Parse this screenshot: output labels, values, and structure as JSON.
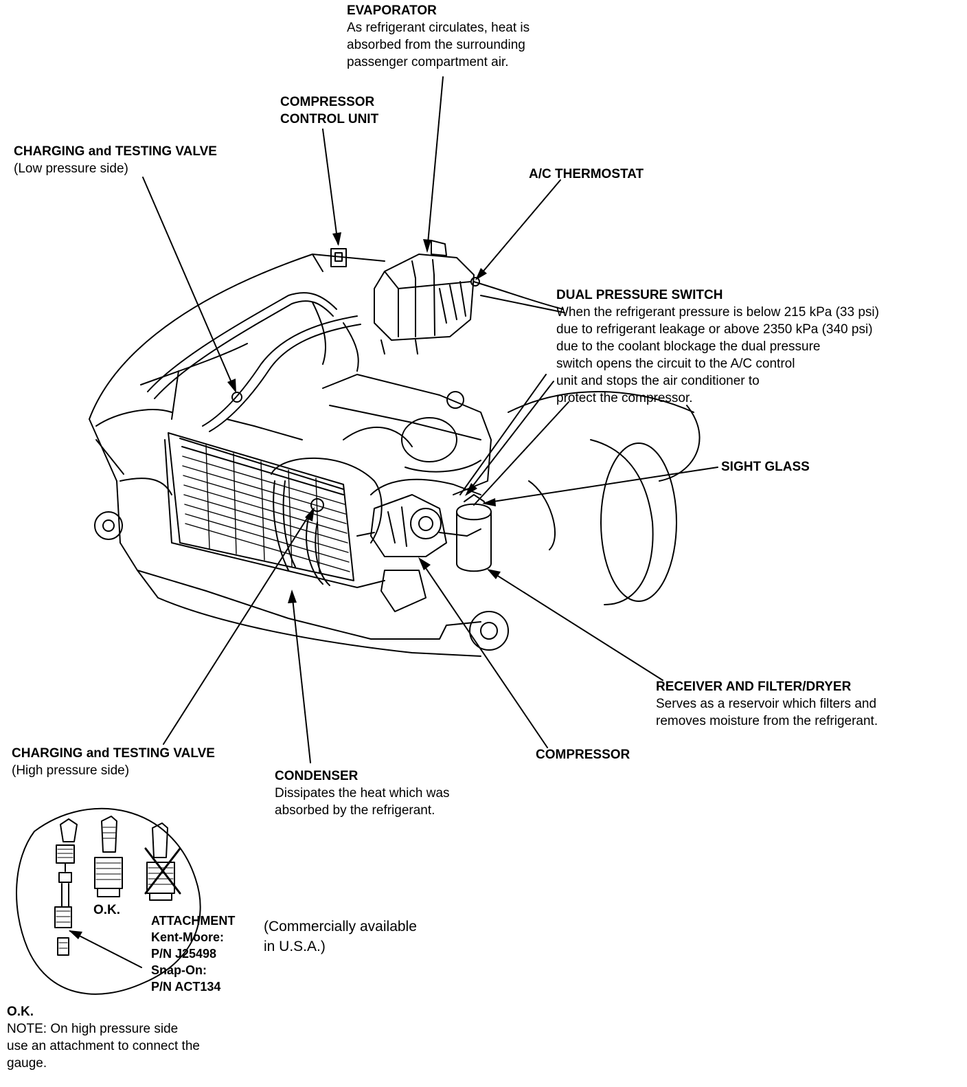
{
  "labels": {
    "evaporator": {
      "title": "EVAPORATOR",
      "lines": [
        "As refrigerant circulates, heat is",
        "absorbed from the surrounding",
        "passenger compartment air."
      ]
    },
    "compressor_control_unit": {
      "lines": [
        "COMPRESSOR",
        "CONTROL UNIT"
      ]
    },
    "charging_low": {
      "title": "CHARGING and TESTING VALVE",
      "sub": "(Low pressure side)"
    },
    "ac_thermostat": {
      "title": "A/C THERMOSTAT"
    },
    "dual_pressure_switch": {
      "title": "DUAL PRESSURE SWITCH",
      "lines": [
        "When the refrigerant pressure is below 215 kPa (33 psi)",
        "due to refrigerant leakage or above 2350 kPa (340 psi)",
        "due to the coolant blockage the dual pressure",
        "switch opens the circuit to the A/C control",
        "unit and stops the air conditioner to",
        "protect the compressor."
      ]
    },
    "sight_glass": {
      "title": "SIGHT GLASS"
    },
    "receiver": {
      "title": "RECEIVER AND FILTER/DRYER",
      "lines": [
        "Serves as a reservoir which filters and",
        "removes moisture from the refrigerant."
      ]
    },
    "compressor": {
      "title": "COMPRESSOR"
    },
    "condenser": {
      "title": "CONDENSER",
      "lines": [
        "Dissipates the heat which was",
        "absorbed by the refrigerant."
      ]
    },
    "charging_high": {
      "title": "CHARGING and TESTING VALVE",
      "sub": "(High pressure side)"
    },
    "inset_ok": {
      "text": "O.K."
    },
    "attachment": {
      "lines": [
        "ATTACHMENT",
        "Kent-Moore:",
        "P/N J25498",
        "Snap-On:",
        "P/N ACT134"
      ],
      "note_lines": [
        "(Commercially available",
        "in U.S.A.)"
      ]
    },
    "bottom_note": {
      "title": "O.K.",
      "lines": [
        "NOTE: On high pressure side",
        "use an attachment to connect the",
        "gauge."
      ]
    }
  }
}
